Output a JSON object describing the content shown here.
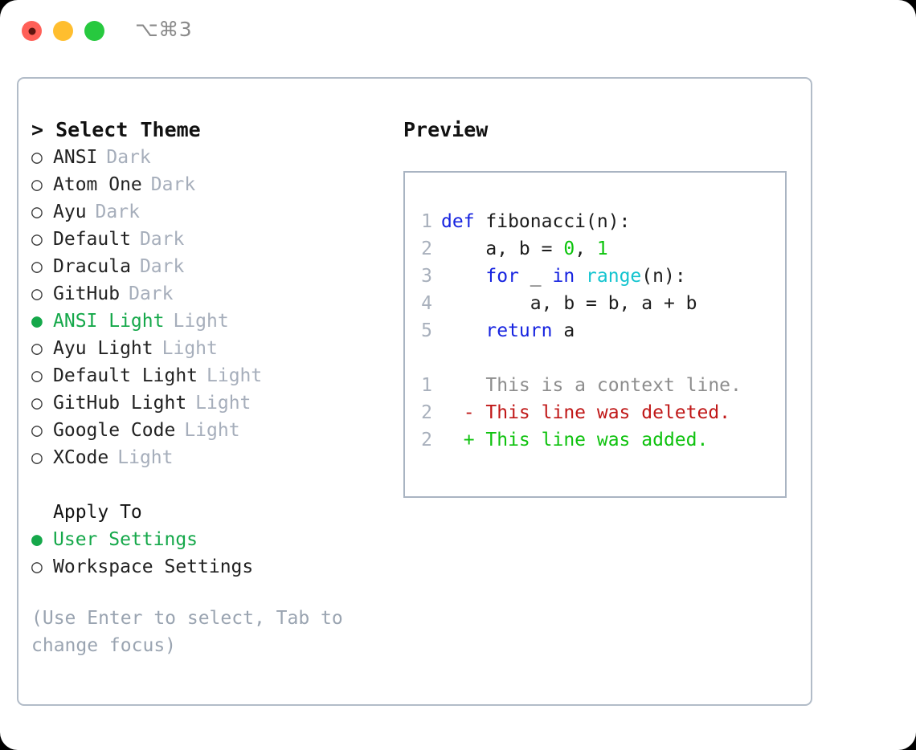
{
  "titlebar": {
    "shortcut": "⌥⌘3",
    "buttons": [
      {
        "name": "close",
        "color": "#ff6058"
      },
      {
        "name": "minimize",
        "color": "#ffbe2f"
      },
      {
        "name": "maximize",
        "color": "#27c93f"
      }
    ]
  },
  "theme_picker": {
    "header": "> Select Theme",
    "marker_selected": "●",
    "marker_unselected": "○",
    "items": [
      {
        "label": "ANSI",
        "variant": "Dark",
        "selected": false
      },
      {
        "label": "Atom One",
        "variant": "Dark",
        "selected": false
      },
      {
        "label": "Ayu",
        "variant": "Dark",
        "selected": false
      },
      {
        "label": "Default",
        "variant": "Dark",
        "selected": false
      },
      {
        "label": "Dracula",
        "variant": "Dark",
        "selected": false
      },
      {
        "label": "GitHub",
        "variant": "Dark",
        "selected": false
      },
      {
        "label": "ANSI Light",
        "variant": "Light",
        "selected": true
      },
      {
        "label": "Ayu Light",
        "variant": "Light",
        "selected": false
      },
      {
        "label": "Default Light",
        "variant": "Light",
        "selected": false
      },
      {
        "label": "GitHub Light",
        "variant": "Light",
        "selected": false
      },
      {
        "label": "Google Code",
        "variant": "Light",
        "selected": false
      },
      {
        "label": "XCode",
        "variant": "Light",
        "selected": false
      }
    ]
  },
  "apply_to": {
    "title": "Apply To",
    "items": [
      {
        "label": "User Settings",
        "selected": true
      },
      {
        "label": "Workspace Settings",
        "selected": false
      }
    ]
  },
  "hint": "(Use Enter to select, Tab to change focus)",
  "preview": {
    "header": "Preview",
    "code_lines": [
      {
        "number": "1",
        "tokens": [
          {
            "text": "def",
            "type": "kw"
          },
          {
            "text": " fibonacci(n):",
            "type": "id"
          }
        ]
      },
      {
        "number": "2",
        "tokens": [
          {
            "text": "    a, b = ",
            "type": "id"
          },
          {
            "text": "0",
            "type": "num"
          },
          {
            "text": ", ",
            "type": "id"
          },
          {
            "text": "1",
            "type": "num"
          }
        ]
      },
      {
        "number": "3",
        "tokens": [
          {
            "text": "    ",
            "type": "id"
          },
          {
            "text": "for",
            "type": "kw"
          },
          {
            "text": " _ ",
            "type": "id"
          },
          {
            "text": "in",
            "type": "kw"
          },
          {
            "text": " ",
            "type": "id"
          },
          {
            "text": "range",
            "type": "fn"
          },
          {
            "text": "(n):",
            "type": "id"
          }
        ]
      },
      {
        "number": "4",
        "tokens": [
          {
            "text": "        a, b = b, a + b",
            "type": "id"
          }
        ]
      },
      {
        "number": "5",
        "tokens": [
          {
            "text": "    ",
            "type": "id"
          },
          {
            "text": "return",
            "type": "kw"
          },
          {
            "text": " a",
            "type": "id"
          }
        ]
      }
    ],
    "diff_lines": [
      {
        "number": "1",
        "sign": " ",
        "text": "This is a context line.",
        "type": "context"
      },
      {
        "number": "2",
        "sign": "-",
        "text": "This line was deleted.",
        "type": "del"
      },
      {
        "number": "2",
        "sign": "+",
        "text": "This line was added.",
        "type": "add"
      }
    ]
  },
  "colors": {
    "accent_green": "#15a84a",
    "keyword_blue": "#1724e0",
    "function_cyan": "#13c4cf",
    "number_green": "#0bc40b",
    "diff_del_red": "#c01818",
    "diff_add_green": "#0fc20f",
    "muted_gray": "#a6aebb",
    "border": "#b2bcc8"
  }
}
